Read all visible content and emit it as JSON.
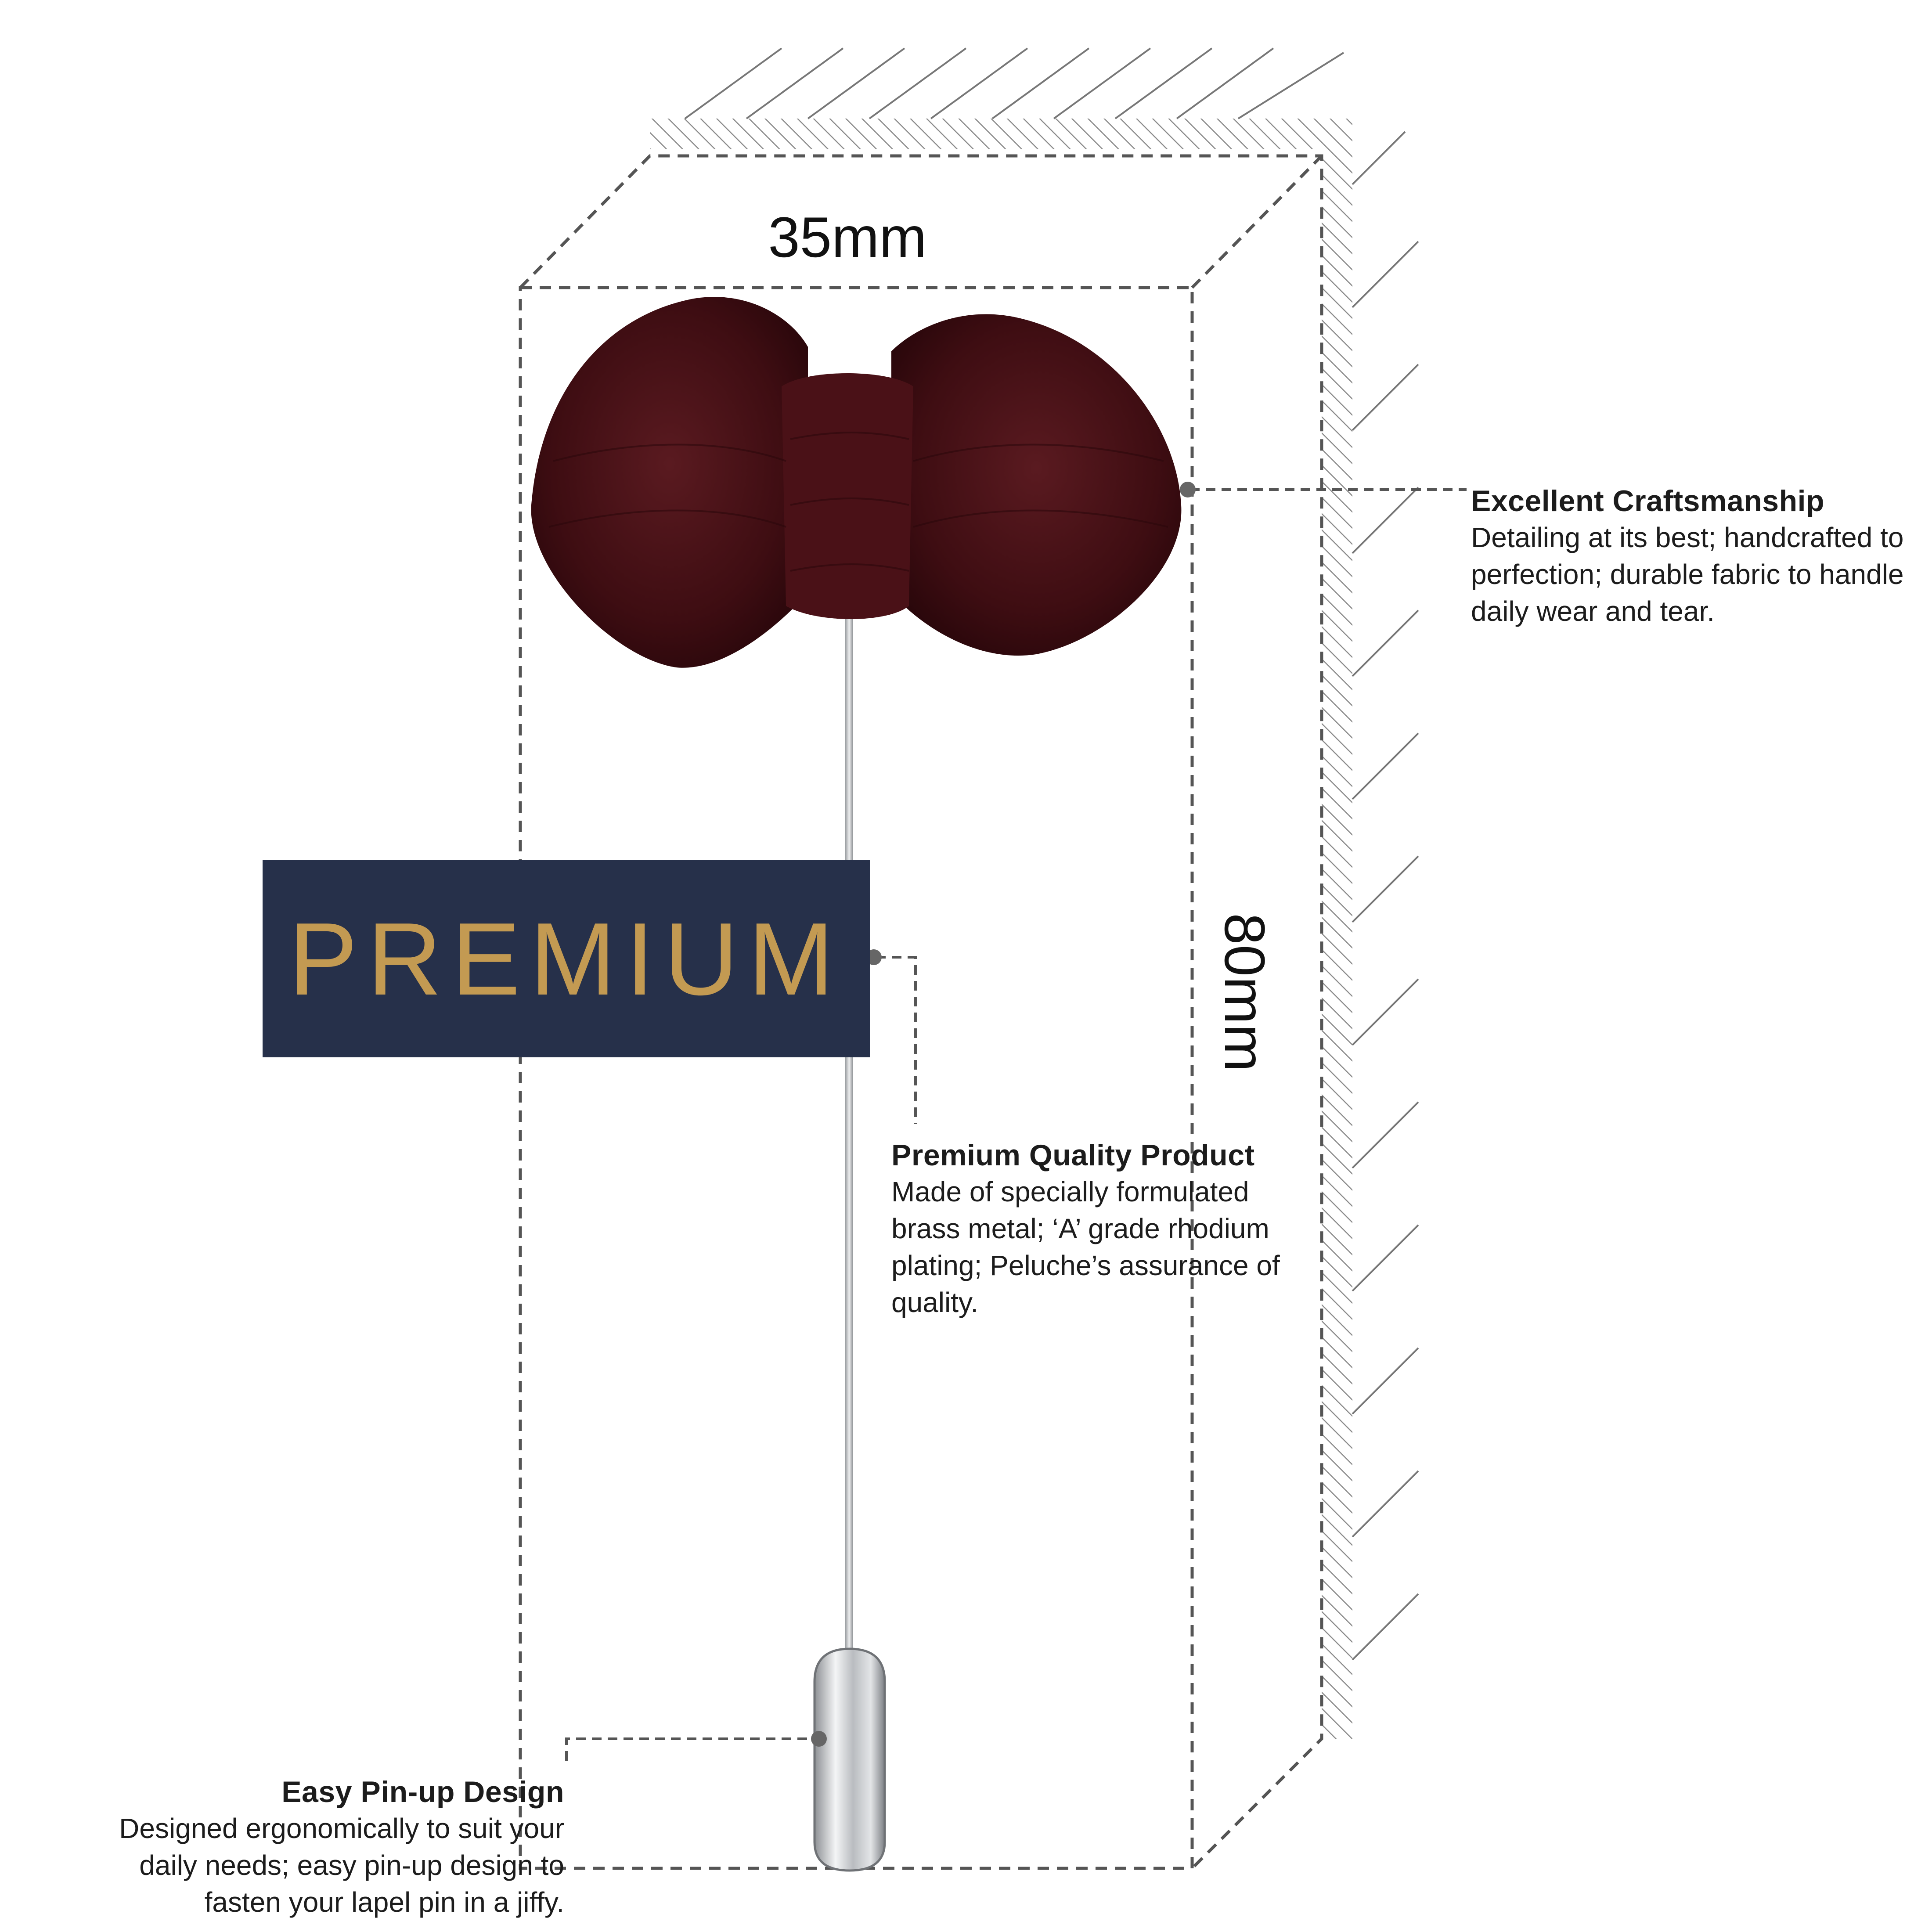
{
  "dimensions": {
    "width_label": "35mm",
    "height_label": "80mm"
  },
  "tag": {
    "label": "PREMIUM"
  },
  "features": [
    {
      "title": "Excellent Craftsmanship",
      "description": "Detailing at its best; handcrafted to perfection; durable fabric to handle daily wear and tear."
    },
    {
      "title": "Premium Quality Product",
      "description": "Made of specially formulated brass metal; ‘A’ grade rhodium plating; Peluche’s assurance of quality."
    },
    {
      "title": "Easy Pin-up Design",
      "description": "Designed ergonomically to suit your daily needs; easy pin-up design to fasten your lapel pin in a jiffy."
    }
  ],
  "colors": {
    "bow_fabric": "#3e0d12",
    "tag_background": "#26304a",
    "tag_text": "#c39a52",
    "pin_metal": "#b9bcc0",
    "dashed_lines": "#555555",
    "hatching": "#8a8a8a"
  }
}
